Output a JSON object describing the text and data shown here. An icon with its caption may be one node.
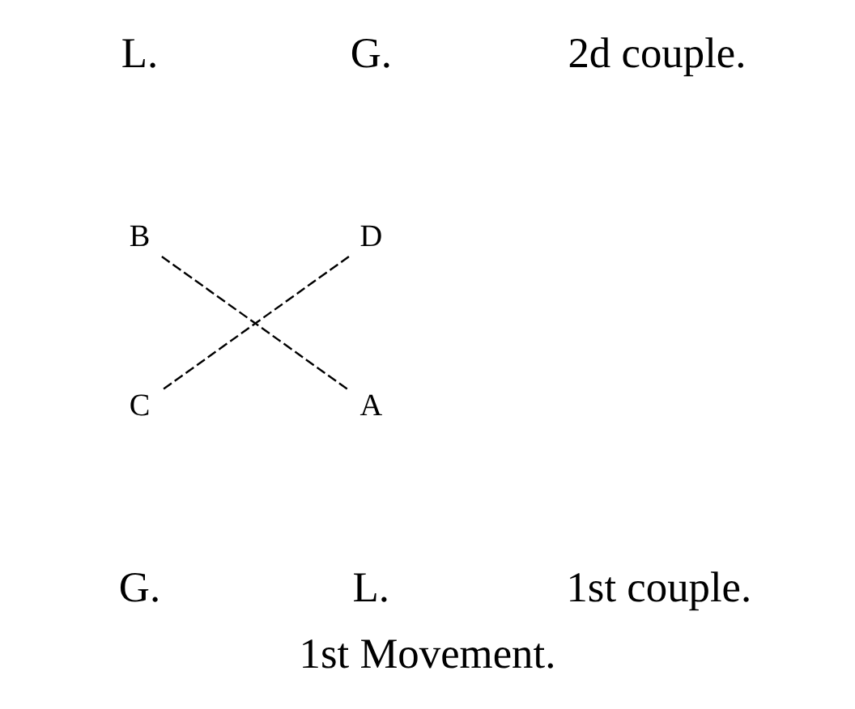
{
  "diagram": {
    "caption": "1st Movement.",
    "nodes": [
      {
        "text": [
          "B"
        ]
      },
      {
        "text": [
          "D"
        ]
      },
      {
        "text": [
          "C"
        ]
      },
      {
        "text": [
          "A"
        ]
      }
    ],
    "edges": [
      {
        "from": 0,
        "to": 3,
        "arrow": "none",
        "style": "dashed"
      },
      {
        "from": 1,
        "to": 2,
        "arrow": "none",
        "style": "dashed"
      }
    ],
    "labels": [
      "L.",
      "G.",
      "2d couple.",
      "G.",
      "L.",
      "1st couple."
    ]
  }
}
